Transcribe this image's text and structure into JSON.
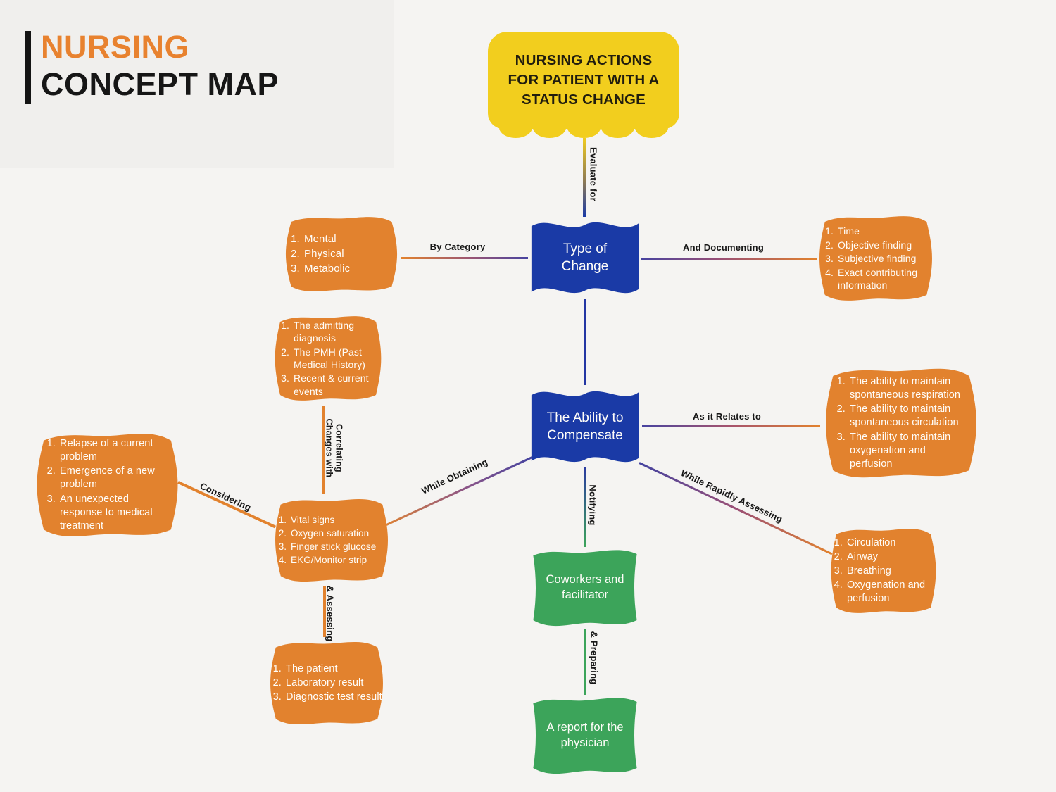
{
  "title": {
    "accent": "NURSING",
    "rest": "CONCEPT MAP"
  },
  "colors": {
    "background": "#f5f4f2",
    "orange": "#E2822E",
    "yellow": "#F2CE1E",
    "blue": "#1A3AA6",
    "green": "#3CA45A",
    "title_accent": "#E8822F",
    "title_dark": "#161616"
  },
  "nodes": {
    "root": {
      "label": "NURSING ACTIONS FOR PATIENT WITH A STATUS CHANGE"
    },
    "type_of_change": {
      "label": "Type of Change"
    },
    "ability_to_compensate": {
      "label": "The Ability to Compensate"
    },
    "coworkers": {
      "label": "Coworkers and facilitator"
    },
    "physician_report": {
      "label": "A report for the physician"
    },
    "category": {
      "items": [
        "Mental",
        "Physical",
        "Metabolic"
      ]
    },
    "documenting": {
      "items": [
        "Time",
        "Objective finding",
        "Subjective finding",
        "Exact contributing information"
      ]
    },
    "correlating": {
      "items": [
        "The admitting diagnosis",
        "The PMH (Past Medical History)",
        "Recent & current events"
      ]
    },
    "relates": {
      "items": [
        "The ability to maintain spontaneous respiration",
        "The ability to maintain spontaneous circulation",
        "The ability to maintain oxygenation and perfusion"
      ]
    },
    "considering": {
      "items": [
        "Relapse of a current problem",
        "Emergence of a new problem",
        "An unexpected response to medical treatment"
      ]
    },
    "vitals": {
      "items": [
        "Vital signs",
        "Oxygen saturation",
        "Finger stick glucose",
        "EKG/Monitor strip"
      ]
    },
    "rapid_assess": {
      "items": [
        "Circulation",
        "Airway",
        "Breathing",
        "Oxygenation and perfusion"
      ]
    },
    "patient": {
      "items": [
        "The patient",
        "Laboratory result",
        "Diagnostic test result"
      ]
    }
  },
  "edges": {
    "evaluate_for": "Evaluate for",
    "by_category": "By Category",
    "and_documenting": "And Documenting",
    "correlating_changes_with": "Correlating Changes with",
    "as_it_relates_to": "As it Relates to",
    "considering": "Considering",
    "while_obtaining": "While Obtaining",
    "notifying": "Notifying",
    "while_rapidly_assessing": "While Rapidly Assessing",
    "assessing": "& Assessing",
    "preparing": "& Preparing"
  }
}
